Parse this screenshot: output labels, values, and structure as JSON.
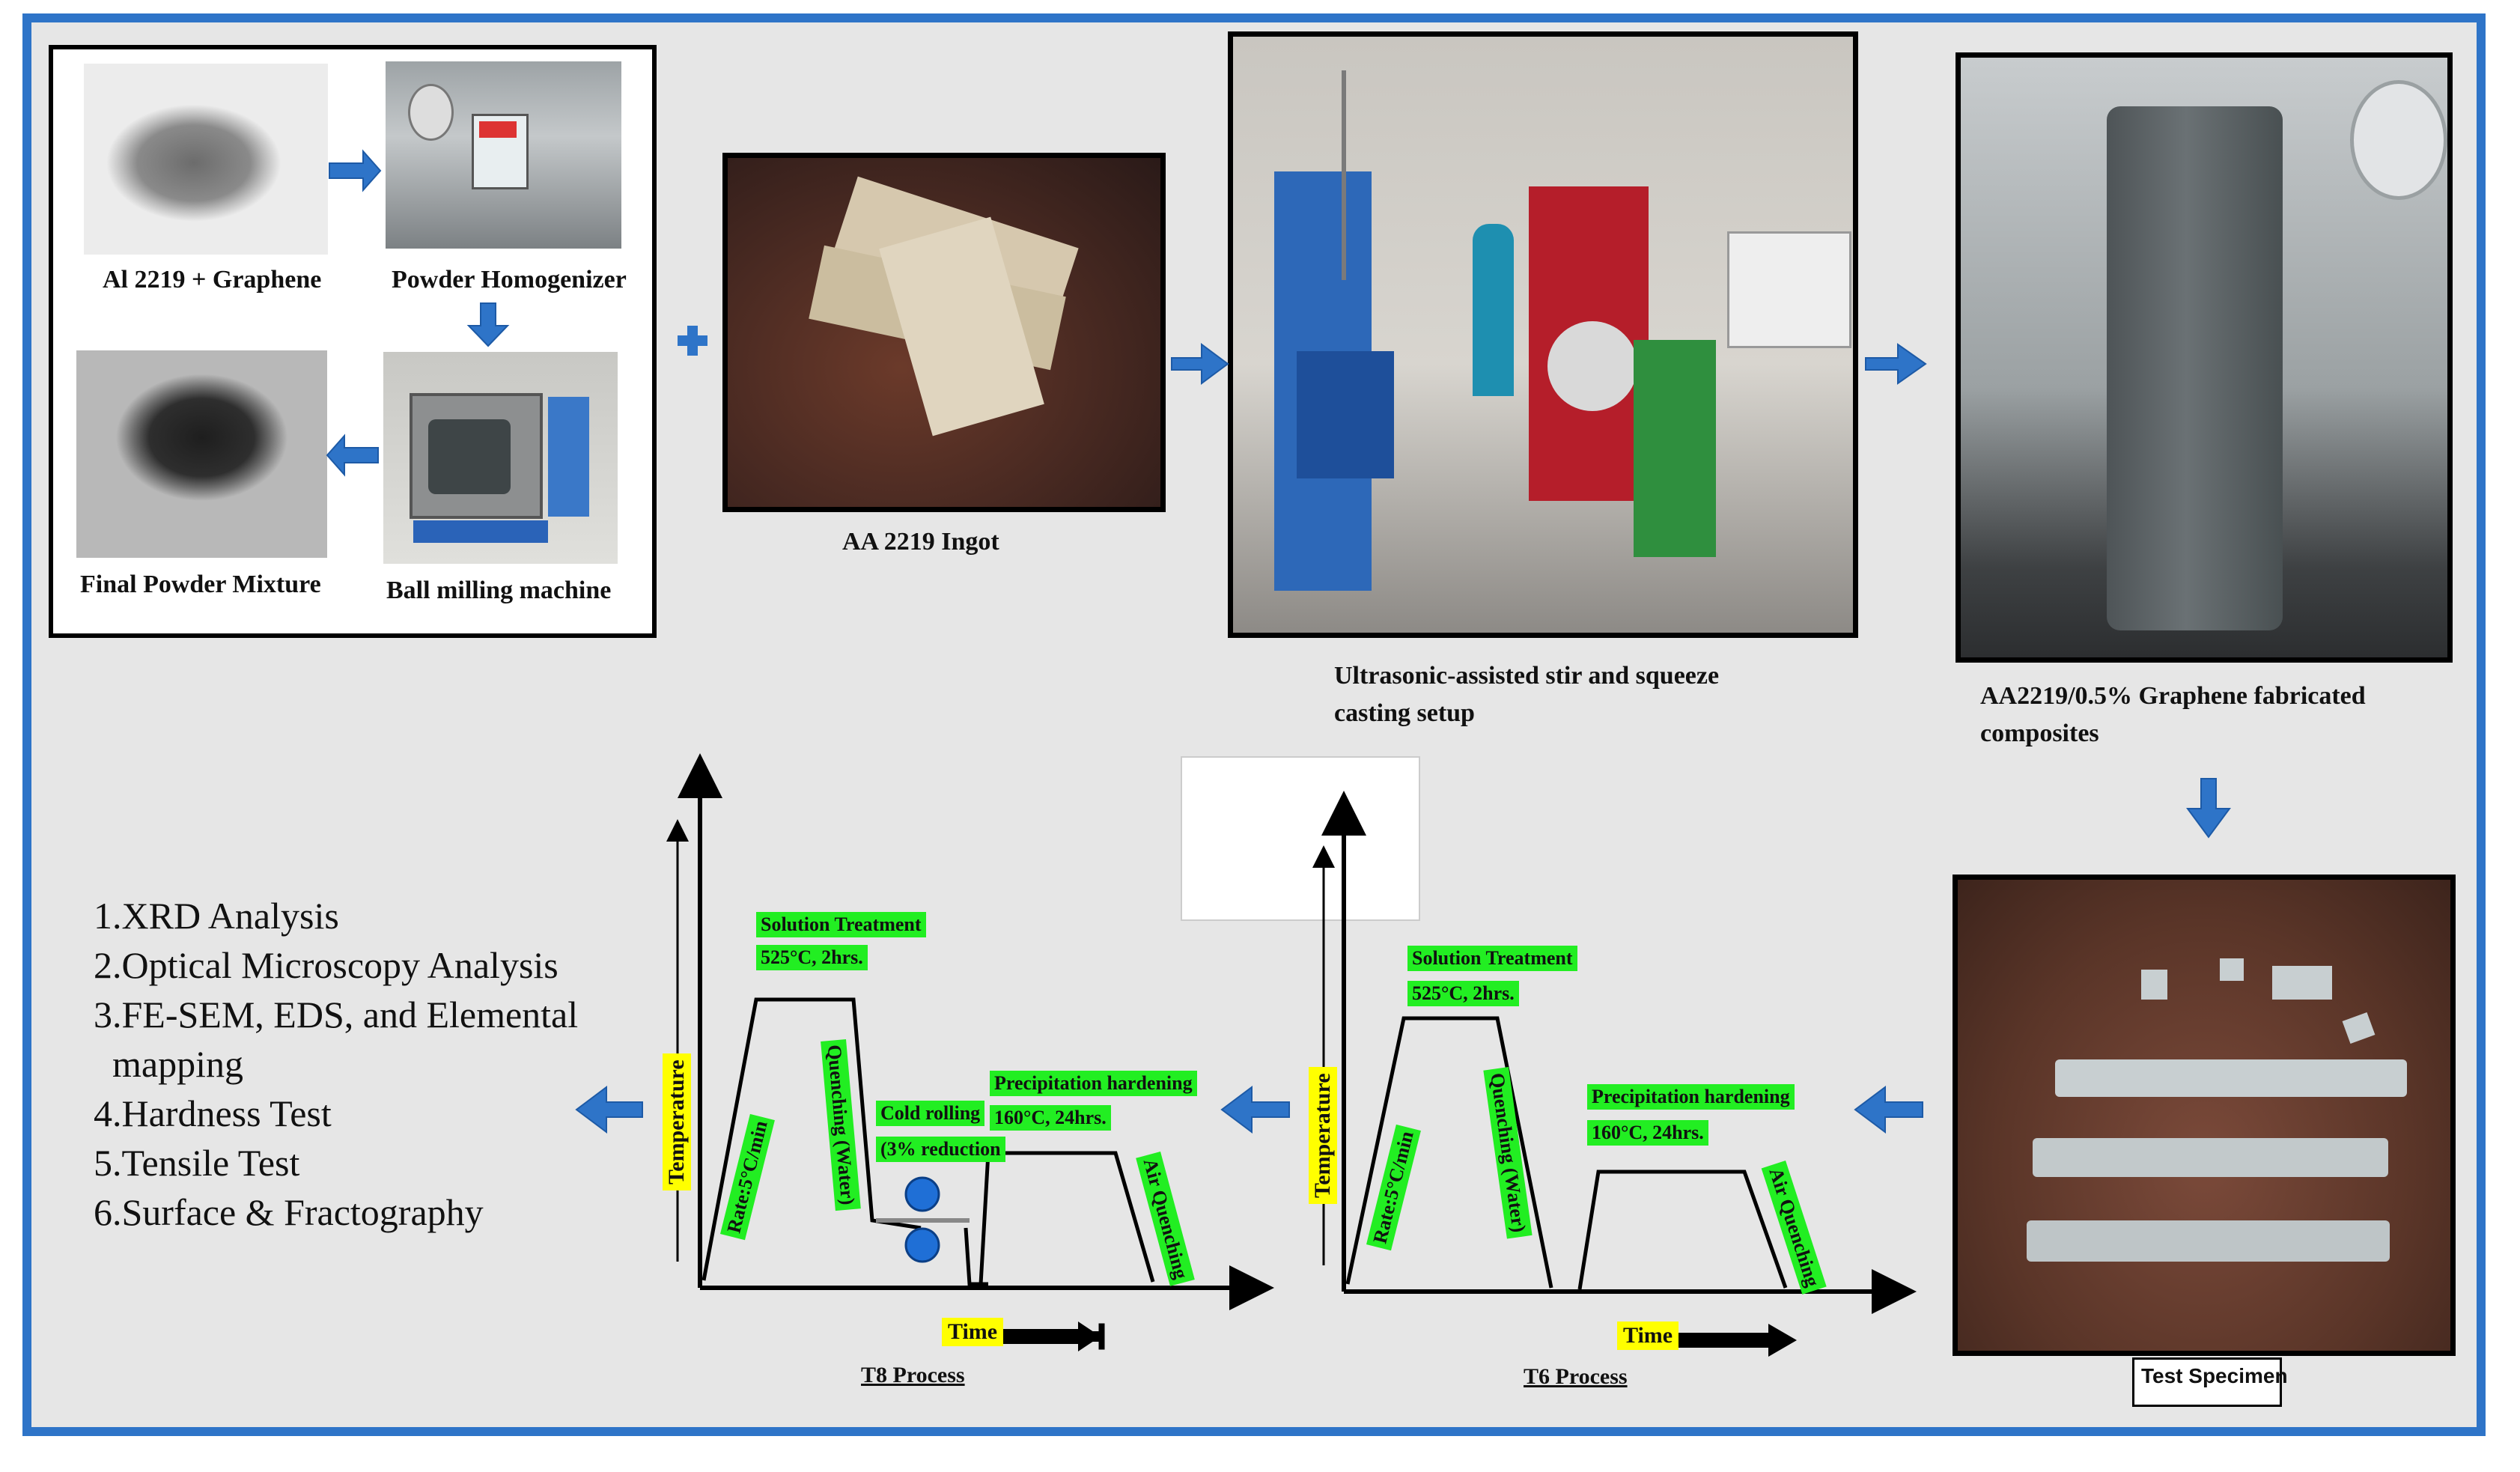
{
  "colors": {
    "frame": "#2e74c8",
    "arrow": "#2e74c8",
    "tag_green": "#22ee22",
    "tag_yellow": "#ffff00"
  },
  "powder_panel": {
    "items": [
      {
        "label": "Al 2219 + Graphene"
      },
      {
        "label": "Powder Homogenizer"
      },
      {
        "label": "Final Powder Mixture"
      },
      {
        "label": "Ball milling machine"
      }
    ]
  },
  "plus_icon": "plus-icon",
  "ingot": {
    "label": "AA 2219 Ingot"
  },
  "casting": {
    "label": "Ultrasonic-assisted stir and squeeze casting setup"
  },
  "composite": {
    "label": "AA2219/0.5% Graphene  fabricated composites"
  },
  "specimen": {
    "label": "Test Specimen"
  },
  "tests": [
    "1.XRD Analysis",
    "2.Optical Microscopy Analysis",
    "3.FE-SEM, EDS, and Elemental",
    "  mapping",
    "4.Hardness Test",
    "5.Tensile Test",
    "6.Surface & Fractography"
  ],
  "t8": {
    "process_label": "T8 Process",
    "y_axis": "Temperature",
    "x_axis": "Time",
    "solution_title": "Solution Treatment",
    "solution_detail": "525°C, 2hrs.",
    "rate": "Rate:5°C/min",
    "quench_water": "Quenching (Water)",
    "cold_rolling_title": "Cold rolling",
    "cold_rolling_detail": "(3% reduction",
    "precip_title": "Precipitation hardening",
    "precip_detail": "160°C, 24hrs.",
    "air_quench": "Air Quenching"
  },
  "t6": {
    "process_label": "T6 Process",
    "y_axis": "Temperature",
    "x_axis": "Time",
    "solution_title": "Solution Treatment",
    "solution_detail": "525°C, 2hrs.",
    "rate": "Rate:5°C/min",
    "quench_water": "Quenching (Water)",
    "precip_title": "Precipitation hardening",
    "precip_detail": "160°C, 24hrs.",
    "air_quench": "Air Quenching"
  }
}
